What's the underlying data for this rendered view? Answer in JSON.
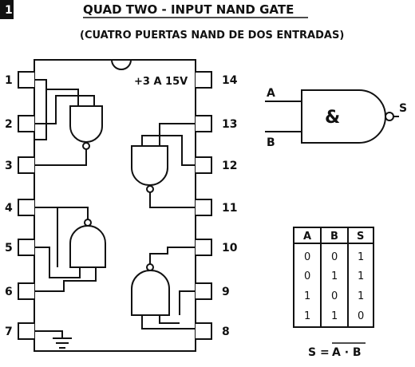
{
  "header": {
    "badge": "1",
    "title": "QUAD TWO - INPUT NAND GATE",
    "subtitle": "(CUATRO PUERTAS NAND DE DOS ENTRADAS)"
  },
  "ic": {
    "supply_label": "+3 A 15V",
    "pins_left": [
      "1",
      "2",
      "3",
      "4",
      "5",
      "6",
      "7"
    ],
    "pins_right": [
      "14",
      "13",
      "12",
      "11",
      "10",
      "9",
      "8"
    ],
    "ground": "ground-symbol"
  },
  "gate_symbol": {
    "input_a": "A",
    "input_b": "B",
    "function": "&",
    "output": "S"
  },
  "truth_table": {
    "headers": [
      "A",
      "B",
      "S"
    ],
    "rows": [
      [
        "0",
        "0",
        "1"
      ],
      [
        "0",
        "1",
        "1"
      ],
      [
        "1",
        "0",
        "1"
      ],
      [
        "1",
        "1",
        "0"
      ]
    ],
    "equation_prefix": "S = ",
    "equation_overbar": "A · B"
  }
}
